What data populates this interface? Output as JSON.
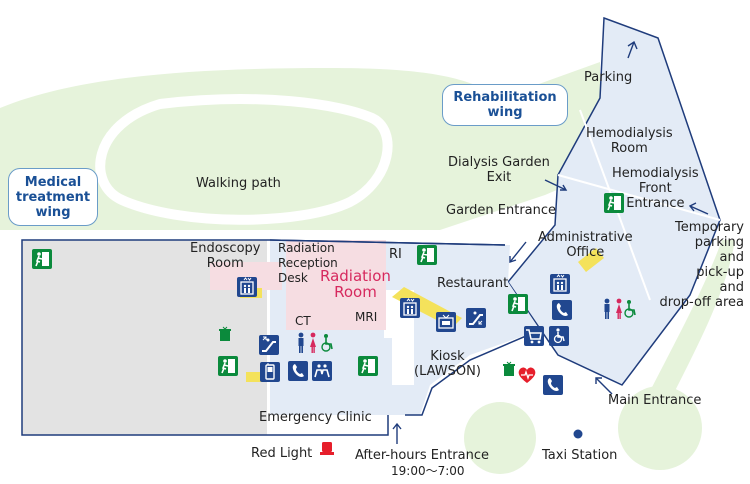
{
  "map": {
    "wings": {
      "rehabilitation": "Rehabilitation\nwing",
      "medical": "Medical\ntreatment\nwing"
    },
    "labels": {
      "walking_path": "Walking path",
      "parking": "Parking",
      "hemodialysis_room": "Hemodialysis\nRoom",
      "hemodialysis_front_entrance": "Hemodialysis\nFront\nEntrance",
      "dialysis_garden_exit": "Dialysis Garden\nExit",
      "garden_entrance": "Garden Entrance",
      "administrative_office": "Administrative\nOffice",
      "temporary_parking": "Temporary\nparking\nand\npick-up\nand\ndrop-off area",
      "endoscopy_room": "Endoscopy\nRoom",
      "radiation_reception_desk": "Radiation\nReception\nDesk",
      "ri": "RI",
      "radiation_room": "Radiation\nRoom",
      "restaurant": "Restaurant",
      "ct": "CT",
      "mri": "MRI",
      "kiosk": "Kiosk\n(LAWSON)",
      "emergency_clinic": "Emergency Clinic",
      "main_entrance": "Main Entrance",
      "red_light": "Red Light",
      "after_hours_entrance": "After-hours Entrance",
      "after_hours_time": "19:00～7:00",
      "taxi_station": "Taxi Station"
    },
    "colors": {
      "building_blue": "#e3ebf6",
      "medical_gray": "#e3e3e3",
      "radiation_pink": "#f6dde2",
      "lawn_green": "#e6f3db",
      "outline_navy": "#1f3c7c",
      "sign_navy": "#21478f",
      "exit_green": "#0b8a3c",
      "highlight_yellow": "#f4e25b",
      "radiation_text": "#d6295e"
    },
    "icons": [
      "emergency-exit-icon",
      "elevator-icon",
      "escalator-icon",
      "telephone-icon",
      "mobile-phone-icon",
      "restroom-icon",
      "wheelchair-icon",
      "information-icon",
      "shopping-cart-icon",
      "trash-icon",
      "aed-icon",
      "taxi-station-icon",
      "red-light-icon"
    ]
  }
}
